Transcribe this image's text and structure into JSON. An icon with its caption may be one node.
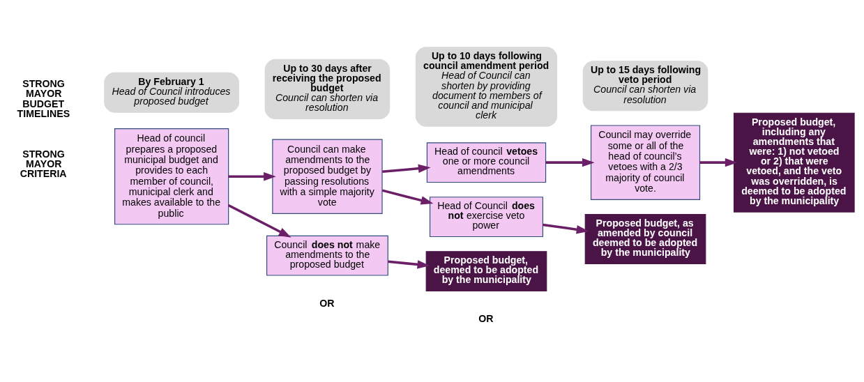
{
  "diagram": {
    "nodes": [
      {
        "text": [
          "By February 1",
          "Head of Council introduces proposed budget"
        ]
      },
      {
        "text": [
          "Up to 30 days after receiving the proposed budget",
          "Council can shorten via resolution"
        ]
      },
      {
        "text": [
          "Up to 10 days following council amendment period",
          "Head of Council can shorten by providing document to members of council and municipal clerk"
        ]
      },
      {
        "text": [
          "Up to 15 days following veto period",
          "Council can shorten via resolution"
        ]
      },
      {
        "text": [
          "Head of council prepares a proposed municipal budget and provides to each member of council, municipal clerk and makes available to the public"
        ]
      },
      {
        "text": [
          "Council can make amendments to the proposed budget by passing resolutions with a simple majority vote"
        ]
      },
      {
        "text": [
          "Council **does not** make amendments to the proposed budget"
        ]
      },
      {
        "text": [
          "Head of council **vetoes** one or more council amendments"
        ]
      },
      {
        "text": [
          "Head of Council **does not** exercise veto power"
        ]
      },
      {
        "text": [
          "Council may override some or all of the head of council’s vetoes with a 2/3 majority of council vote."
        ]
      },
      {
        "text": [
          "Proposed budget, including any amendments that were: 1) not vetoed or 2) that were vetoed, and the veto was overridden, is deemed to be adopted by the municipality"
        ]
      },
      {
        "text": [
          "Proposed budget, as amended by council deemed to be adopted by the municipality"
        ]
      },
      {
        "text": [
          "Proposed budget, deemed to be adopted by the municipality"
        ]
      }
    ],
    "edges": [
      {
        "from": 4,
        "to": 5,
        "arrow": "to"
      },
      {
        "from": 4,
        "to": 6,
        "arrow": "to"
      },
      {
        "from": 5,
        "to": 7,
        "arrow": "to"
      },
      {
        "from": 5,
        "to": 8,
        "arrow": "to"
      },
      {
        "from": 7,
        "to": 9,
        "arrow": "to"
      },
      {
        "from": 9,
        "to": 10,
        "arrow": "to"
      },
      {
        "from": 8,
        "to": 11,
        "arrow": "to"
      },
      {
        "from": 6,
        "to": 12,
        "arrow": "to"
      }
    ],
    "labels": [
      "STRONG MAYOR BUDGET TIMELINES",
      "STRONG MAYOR CRITERIA",
      "OR",
      "OR"
    ]
  }
}
